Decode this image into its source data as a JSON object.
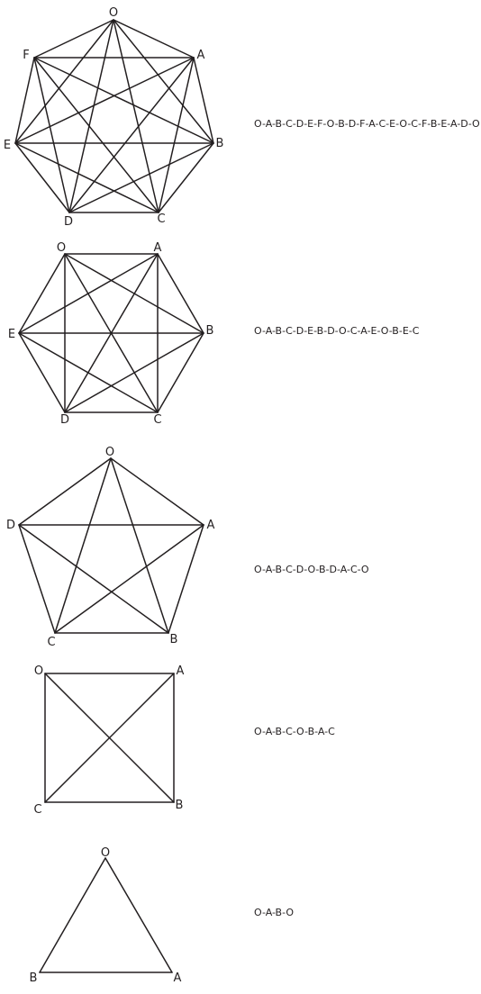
{
  "figures": [
    {
      "id": "heptagon",
      "vertices": [
        "O",
        "A",
        "B",
        "C",
        "D",
        "E",
        "F"
      ],
      "edges": "complete",
      "path": "O-A-B-C-D-E-F-O-B-D-F-A-C-E-O-C-F-B-E-A-D-O"
    },
    {
      "id": "hexagon",
      "vertices": [
        "O",
        "A",
        "B",
        "C",
        "D",
        "E"
      ],
      "edges": "complete",
      "path": "O-A-B-C-D-E-B-D-O-C-A-E-O-B-E-C"
    },
    {
      "id": "pentagon",
      "vertices": [
        "O",
        "A",
        "B",
        "C",
        "D"
      ],
      "edges": "complete",
      "path": "O-A-B-C-D-O-B-D-A-C-O"
    },
    {
      "id": "square",
      "vertices": [
        "O",
        "A",
        "B",
        "C"
      ],
      "edges": "complete",
      "path": "O-A-B-C-O-B-A-C"
    },
    {
      "id": "triangle",
      "vertices": [
        "O",
        "A",
        "B"
      ],
      "edges": "complete",
      "path": "O-A-B-O"
    }
  ]
}
